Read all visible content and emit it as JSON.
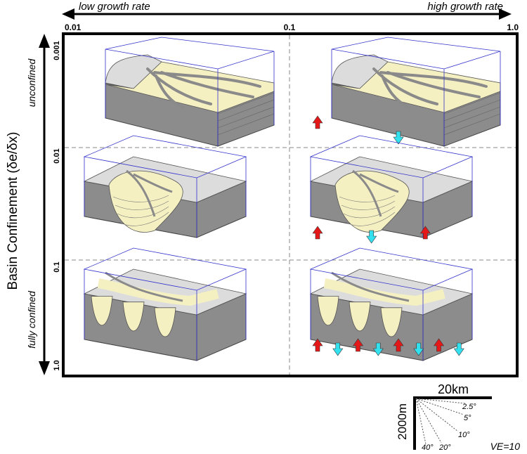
{
  "top_axis": {
    "left_label": "low growth rate",
    "right_label": "high growth rate",
    "ticks": [
      "0.01",
      "0.1",
      "1.0"
    ]
  },
  "left_axis": {
    "title": "Basin Confinement (δe/δx)",
    "top_label": "unconfined",
    "bottom_label": "fully confined",
    "ticks": [
      "0.001",
      "0.01",
      "0.1",
      "1.0"
    ]
  },
  "scale": {
    "horizontal": "20km",
    "vertical": "2000m",
    "angles": [
      "2.5°",
      "5°",
      "10°",
      "20°",
      "40°"
    ],
    "ve": "VE=10"
  },
  "panels": [
    {
      "row": 0,
      "col": 0,
      "type": "unconfined"
    },
    {
      "row": 0,
      "col": 1,
      "type": "unconfined",
      "arrows": [
        "up",
        "down"
      ]
    },
    {
      "row": 1,
      "col": 0,
      "type": "partly-confined"
    },
    {
      "row": 1,
      "col": 1,
      "type": "partly-confined",
      "arrows": [
        "up",
        "down",
        "up"
      ]
    },
    {
      "row": 2,
      "col": 0,
      "type": "confined"
    },
    {
      "row": 2,
      "col": 1,
      "type": "confined",
      "arrows": [
        "up",
        "down",
        "up",
        "down",
        "up",
        "down",
        "up",
        "down"
      ]
    }
  ],
  "colors": {
    "fan": "#f5f0c2",
    "base": "#8c8c8c",
    "slope": "#dcdcdc",
    "channel": "#8a8a8a",
    "box_edge": "#3333cc",
    "uplift_arrow": "#e41818",
    "subside_arrow": "#33e0ee"
  }
}
